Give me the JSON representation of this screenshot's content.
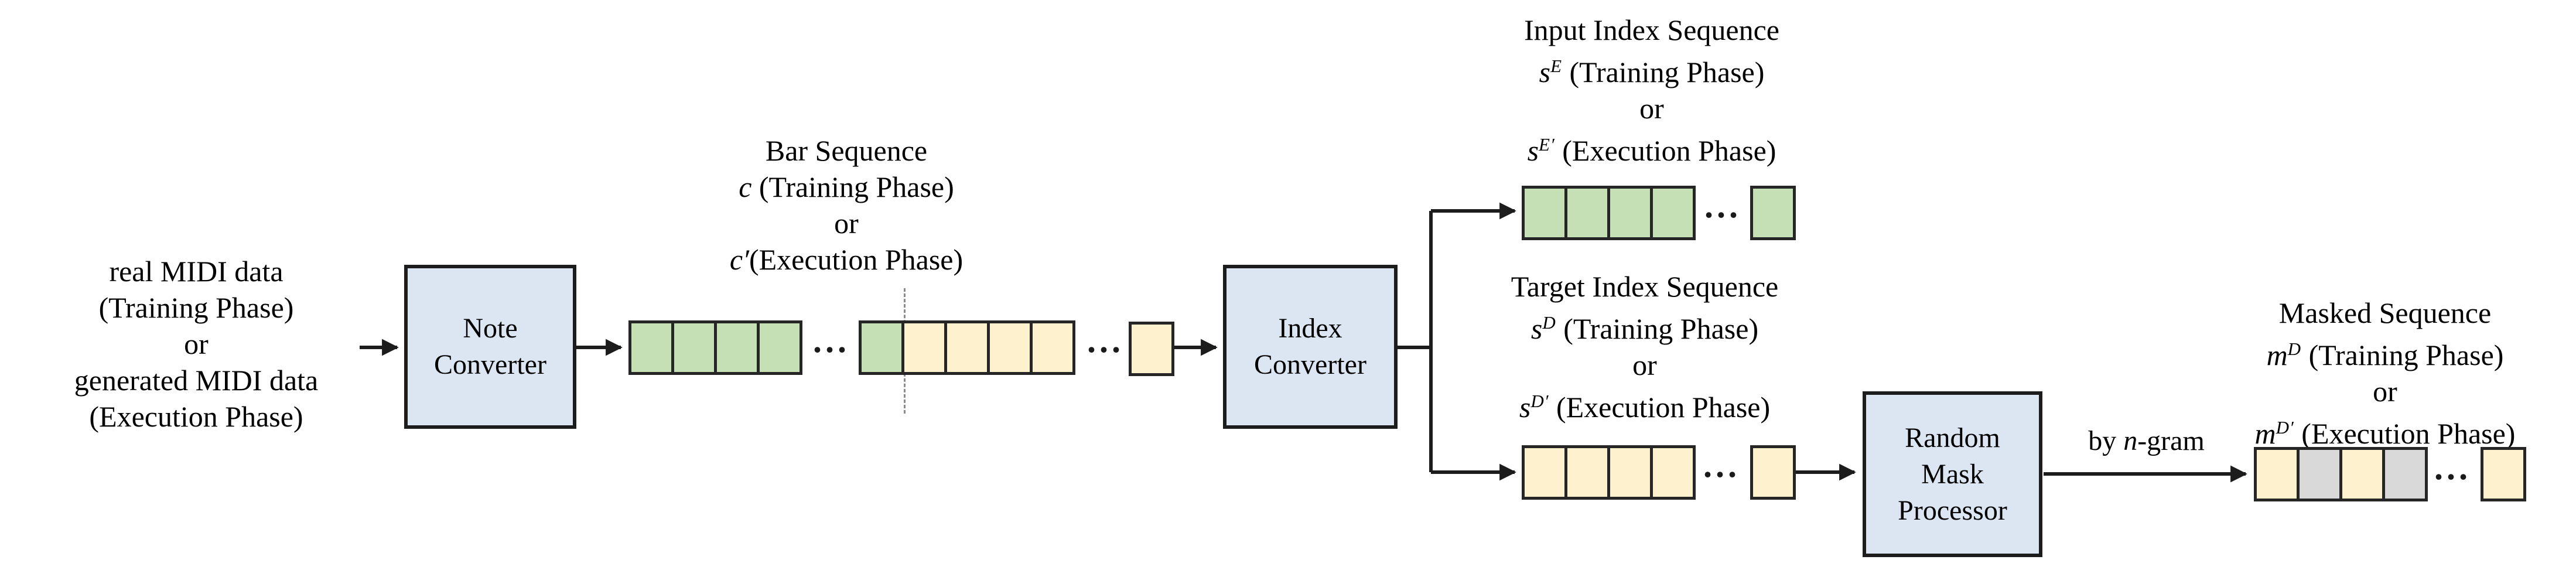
{
  "diagram": {
    "colors": {
      "green": "#c5e0b4",
      "yellow": "#fdf2cd",
      "gray": "#d9d9d9",
      "box_blue": "#dce6f2",
      "line_black": "#1c1c1c",
      "square_border": "#262626",
      "split_line_gray": "#8a8a8a"
    },
    "ellipsis": "...",
    "boxes": {
      "note_converter": {
        "lines": [
          "Note",
          "Converter"
        ]
      },
      "index_converter": {
        "lines": [
          "Index",
          "Converter"
        ]
      },
      "random_mask_processor": {
        "lines": [
          "Random",
          "Mask",
          "Processor"
        ]
      }
    },
    "labels": {
      "midi_input": {
        "lines": [
          [
            {
              "t": "real MIDI data"
            }
          ],
          [
            {
              "t": "(Training Phase)"
            }
          ],
          [
            {
              "t": "or"
            }
          ],
          [
            {
              "t": "generated MIDI data"
            }
          ],
          [
            {
              "t": "(Execution Phase)"
            }
          ]
        ]
      },
      "bar_sequence": {
        "lines": [
          [
            {
              "t": "Bar Sequence"
            }
          ],
          [
            {
              "t": "c",
              "i": true
            },
            {
              "t": " (Training Phase)"
            }
          ],
          [
            {
              "t": "or"
            }
          ],
          [
            {
              "t": "c′",
              "i": true
            },
            {
              "t": "(Execution Phase)"
            }
          ]
        ]
      },
      "input_index_sequence": {
        "lines": [
          [
            {
              "t": "Input Index Sequence"
            }
          ],
          [
            {
              "t": "s",
              "i": true
            },
            {
              "t": "E",
              "i": true,
              "sup": true
            },
            {
              "t": " (Training Phase)"
            }
          ],
          [
            {
              "t": "or"
            }
          ],
          [
            {
              "t": "s",
              "i": true
            },
            {
              "t": "E′",
              "i": true,
              "sup": true
            },
            {
              "t": " (Execution Phase)"
            }
          ]
        ]
      },
      "target_index_sequence": {
        "lines": [
          [
            {
              "t": "Target Index Sequence"
            }
          ],
          [
            {
              "t": "s",
              "i": true
            },
            {
              "t": "D",
              "i": true,
              "sup": true
            },
            {
              "t": " (Training Phase)"
            }
          ],
          [
            {
              "t": "or"
            }
          ],
          [
            {
              "t": "s",
              "i": true
            },
            {
              "t": "D′",
              "i": true,
              "sup": true
            },
            {
              "t": " (Execution Phase)"
            }
          ]
        ]
      },
      "masked_sequence": {
        "lines": [
          [
            {
              "t": "Masked Sequence"
            }
          ],
          [
            {
              "t": "m",
              "i": true
            },
            {
              "t": "D",
              "i": true,
              "sup": true
            },
            {
              "t": " (Training Phase)"
            }
          ],
          [
            {
              "t": "or"
            }
          ],
          [
            {
              "t": "m",
              "i": true
            },
            {
              "t": "D′",
              "i": true,
              "sup": true
            },
            {
              "t": " (Execution Phase)"
            }
          ]
        ]
      },
      "by_n_gram": {
        "lines": [
          [
            {
              "t": "by "
            },
            {
              "t": "n",
              "i": true
            },
            {
              "t": "-gram"
            }
          ]
        ]
      }
    },
    "sequences": {
      "bar_group_1": [
        "green",
        "green",
        "green",
        "green"
      ],
      "bar_group_2": [
        "green",
        "yellow",
        "yellow",
        "yellow",
        "yellow"
      ],
      "bar_tail": [
        "yellow"
      ],
      "input_group": [
        "green",
        "green",
        "green",
        "green"
      ],
      "input_tail": [
        "green"
      ],
      "target_group": [
        "yellow",
        "yellow",
        "yellow",
        "yellow"
      ],
      "target_tail": [
        "yellow"
      ],
      "masked_group": [
        "yellow",
        "gray",
        "yellow",
        "gray"
      ],
      "masked_tail": [
        "yellow"
      ]
    }
  }
}
